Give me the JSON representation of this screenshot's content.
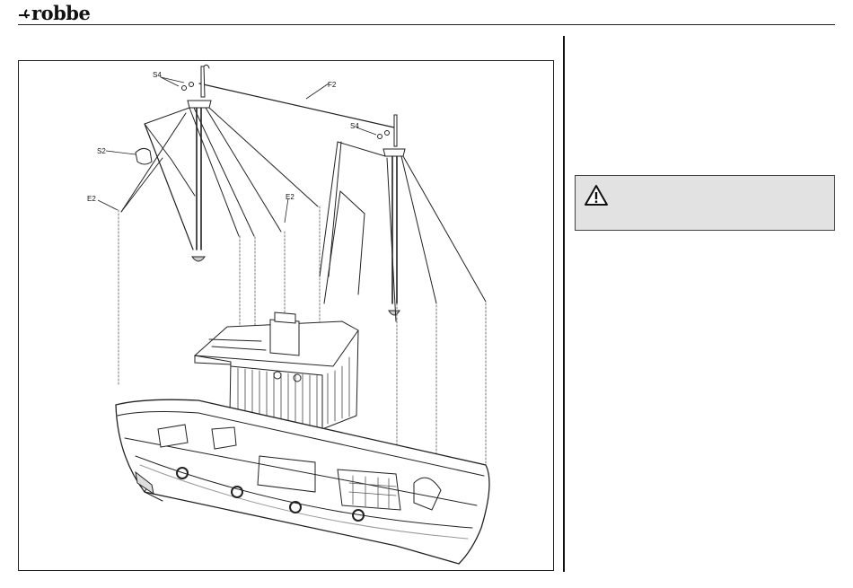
{
  "header": {
    "logo_text": "robbe"
  },
  "figure": {
    "labels": {
      "s4_fore": "S4",
      "s4_aft": "S4",
      "f2": "F2",
      "s2": "S2",
      "e2_left": "E2",
      "e2_mid": "E2"
    }
  },
  "warning": {
    "icon": "warning-triangle-icon"
  }
}
